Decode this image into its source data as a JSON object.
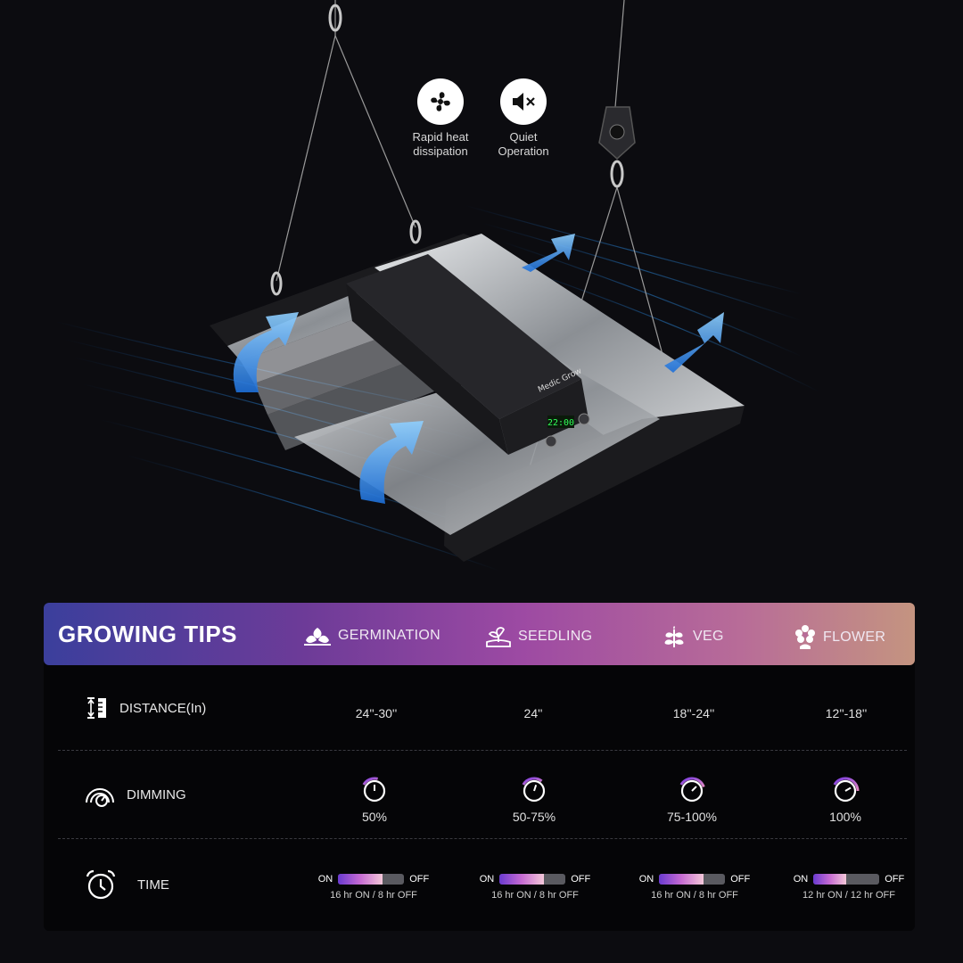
{
  "features": [
    {
      "icon": "fan-icon",
      "label": "Rapid heat\ndissipation"
    },
    {
      "icon": "mute-icon",
      "label": "Quiet\nOperation"
    }
  ],
  "product": {
    "brand": "Medic Grow",
    "display": "22:00"
  },
  "tips": {
    "title": "GROWING TIPS",
    "stages": [
      {
        "icon": "germination-icon",
        "label": "GERMINATION"
      },
      {
        "icon": "seedling-icon",
        "label": "SEEDLING"
      },
      {
        "icon": "veg-icon",
        "label": "VEG"
      },
      {
        "icon": "flower-icon",
        "label": "FLOWER"
      }
    ],
    "distance": {
      "icon": "distance-icon",
      "label": "DISTANCE(In)",
      "values": [
        "24''-30''",
        "24''",
        "18''-24''",
        "12''-18''"
      ]
    },
    "dimming": {
      "icon": "dimming-icon",
      "label": "DIMMING",
      "values": [
        "50%",
        "50-75%",
        "75-100%",
        "100%"
      ],
      "levels": [
        0.5,
        0.65,
        0.875,
        1.0
      ]
    },
    "time": {
      "icon": "alarm-clock-icon",
      "label": "TIME",
      "on_label": "ON",
      "off_label": "OFF",
      "values": [
        "16 hr ON / 8 hr OFF",
        "16 hr ON / 8 hr OFF",
        "16 hr ON / 8 hr OFF",
        "12 hr ON / 12 hr OFF"
      ],
      "on_fraction": [
        0.6667,
        0.6667,
        0.6667,
        0.5
      ]
    }
  },
  "colors": {
    "accent_blue": "#2f9cff",
    "gradient_start": "#3b3f9c",
    "gradient_end": "#c49480"
  }
}
